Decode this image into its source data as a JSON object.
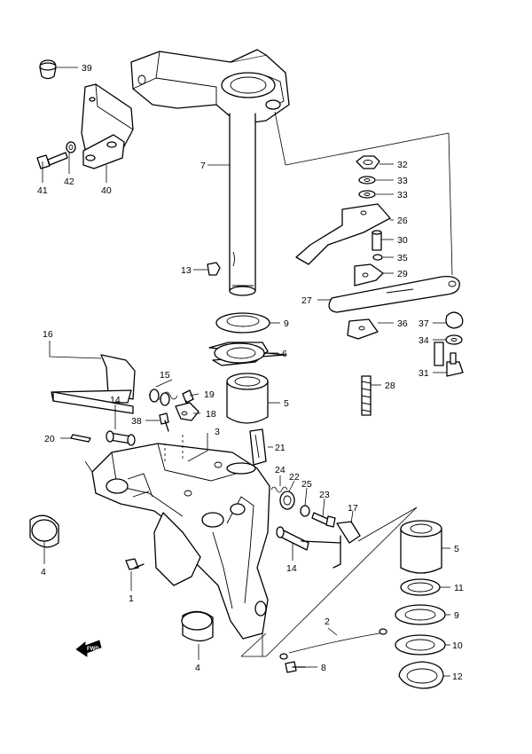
{
  "callouts": {
    "c1": "1",
    "c2": "2",
    "c3": "3",
    "c4a": "4",
    "c4b": "4",
    "c5a": "5",
    "c5b": "5",
    "c6": "6",
    "c7": "7",
    "c8": "8",
    "c9a": "9",
    "c9b": "9",
    "c10": "10",
    "c11": "11",
    "c12": "12",
    "c13": "13",
    "c14a": "14",
    "c14b": "14",
    "c15": "15",
    "c16": "16",
    "c17": "17",
    "c18": "18",
    "c19": "19",
    "c20": "20",
    "c21": "21",
    "c22": "22",
    "c23": "23",
    "c24": "24",
    "c25": "25",
    "c26": "26",
    "c27": "27",
    "c28": "28",
    "c29": "29",
    "c30": "30",
    "c31": "31",
    "c32": "32",
    "c33a": "33",
    "c33b": "33",
    "c34": "34",
    "c35": "35",
    "c36": "36",
    "c37": "37",
    "c38": "38",
    "c39": "39",
    "c40": "40",
    "c41": "41",
    "c42": "42"
  },
  "forward_marker": "FWD",
  "colors": {
    "line": "#000000",
    "background": "#ffffff"
  }
}
